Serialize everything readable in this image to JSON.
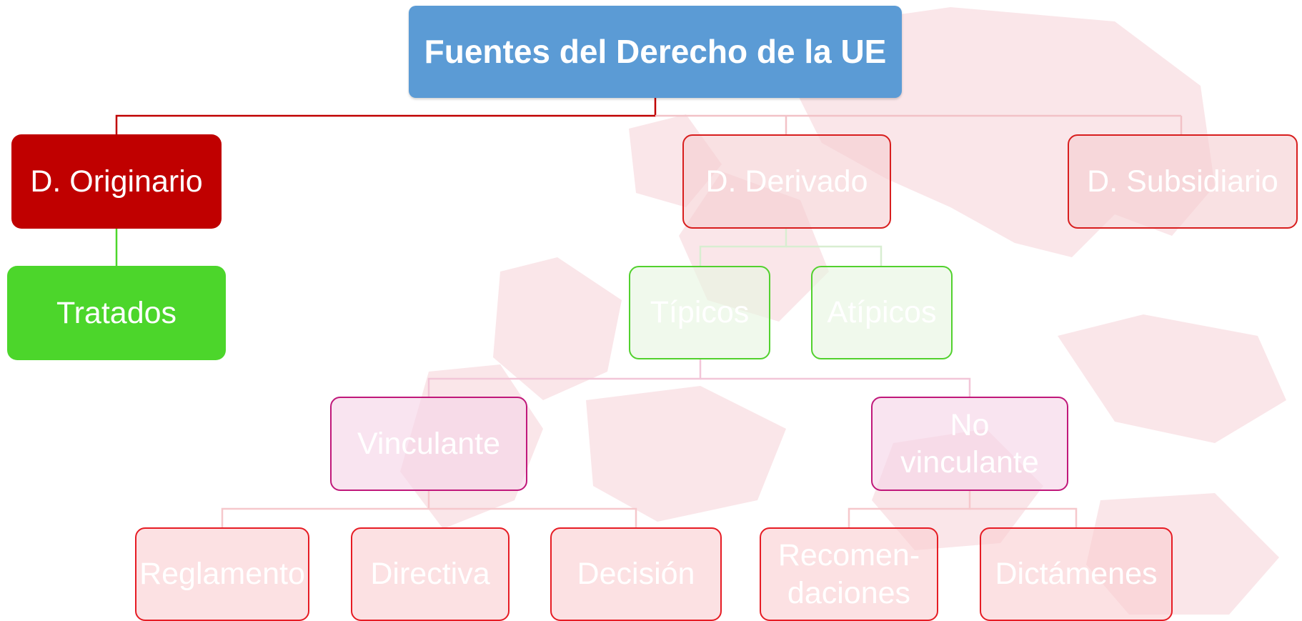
{
  "diagram": {
    "root": "Fuentes del Derecho de la UE",
    "level1": [
      "D. Originario",
      "D. Derivado",
      "D. Subsidiario"
    ],
    "originario_child": "Tratados",
    "derivado_children": [
      "Típicos",
      "Atípicos"
    ],
    "tipicos_children": [
      "Vinculante",
      "No vinculante"
    ],
    "vinculante_children": [
      "Reglamento",
      "Directiva",
      "Decisión"
    ],
    "no_vinculante_children": [
      "Recomendaciones",
      "Dictámenes"
    ],
    "wrapped_labels": {
      "no_vinculante": [
        "No",
        "vinculante"
      ],
      "recomendaciones": [
        "Recomen-",
        "daciones"
      ]
    }
  },
  "colors": {
    "root_fill": "#5b9bd5",
    "originario_fill": "#c00000",
    "tratados_fill": "#4cd62b",
    "faded_red_border": "#d81e1e",
    "faded_green_border": "#52d12e",
    "faded_pink_border": "#c0187a",
    "leaf_border": "#e61c24"
  }
}
